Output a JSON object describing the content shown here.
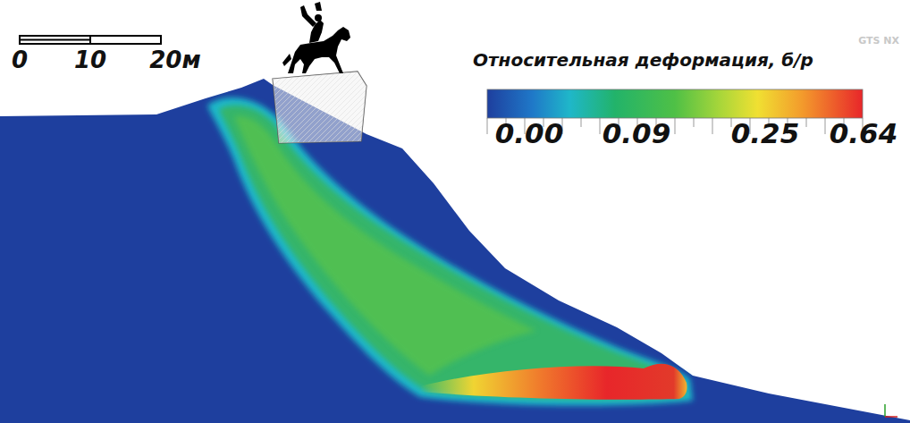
{
  "diagram": {
    "labels": [
      "0",
      "10",
      "20м",
      "Относительная деформация, б/р",
      "0.00",
      "0.09",
      "0.25",
      "0.64",
      "GTS NX"
    ]
  }
}
